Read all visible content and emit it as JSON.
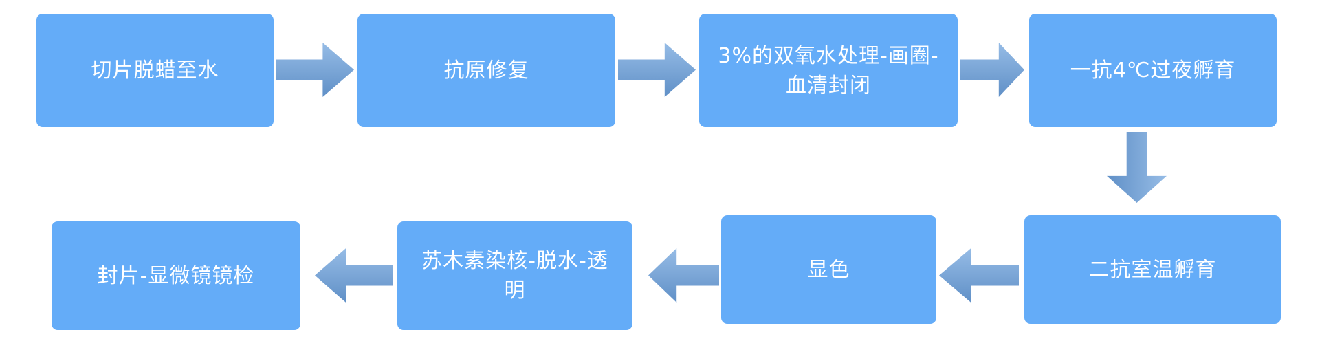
{
  "diagram": {
    "type": "flowchart",
    "description_visible": false,
    "steps": [
      {
        "id": 1,
        "label": "切片脱蜡至水"
      },
      {
        "id": 2,
        "label": "抗原修复"
      },
      {
        "id": 3,
        "label": "3%的双氧水处理-画圈-\n血清封闭"
      },
      {
        "id": 4,
        "label": "一抗4℃过夜孵育"
      },
      {
        "id": 5,
        "label": "二抗室温孵育"
      },
      {
        "id": 6,
        "label": "显色"
      },
      {
        "id": 7,
        "label": "苏木素染核-脱水-透\n明"
      },
      {
        "id": 8,
        "label": "封片-显微镜镜检"
      }
    ],
    "arrows": [
      {
        "from": 1,
        "to": 2,
        "direction": "right"
      },
      {
        "from": 2,
        "to": 3,
        "direction": "right"
      },
      {
        "from": 3,
        "to": 4,
        "direction": "right"
      },
      {
        "from": 4,
        "to": 5,
        "direction": "down"
      },
      {
        "from": 5,
        "to": 6,
        "direction": "left"
      },
      {
        "from": 6,
        "to": 7,
        "direction": "left"
      },
      {
        "from": 7,
        "to": 8,
        "direction": "left"
      }
    ]
  },
  "theme": {
    "box_fill": "#64acf8",
    "arrow_gradient_light": "#96bce6",
    "arrow_gradient_dark": "#6090c7",
    "text_color": "#ffffff",
    "background": "#ffffff"
  }
}
